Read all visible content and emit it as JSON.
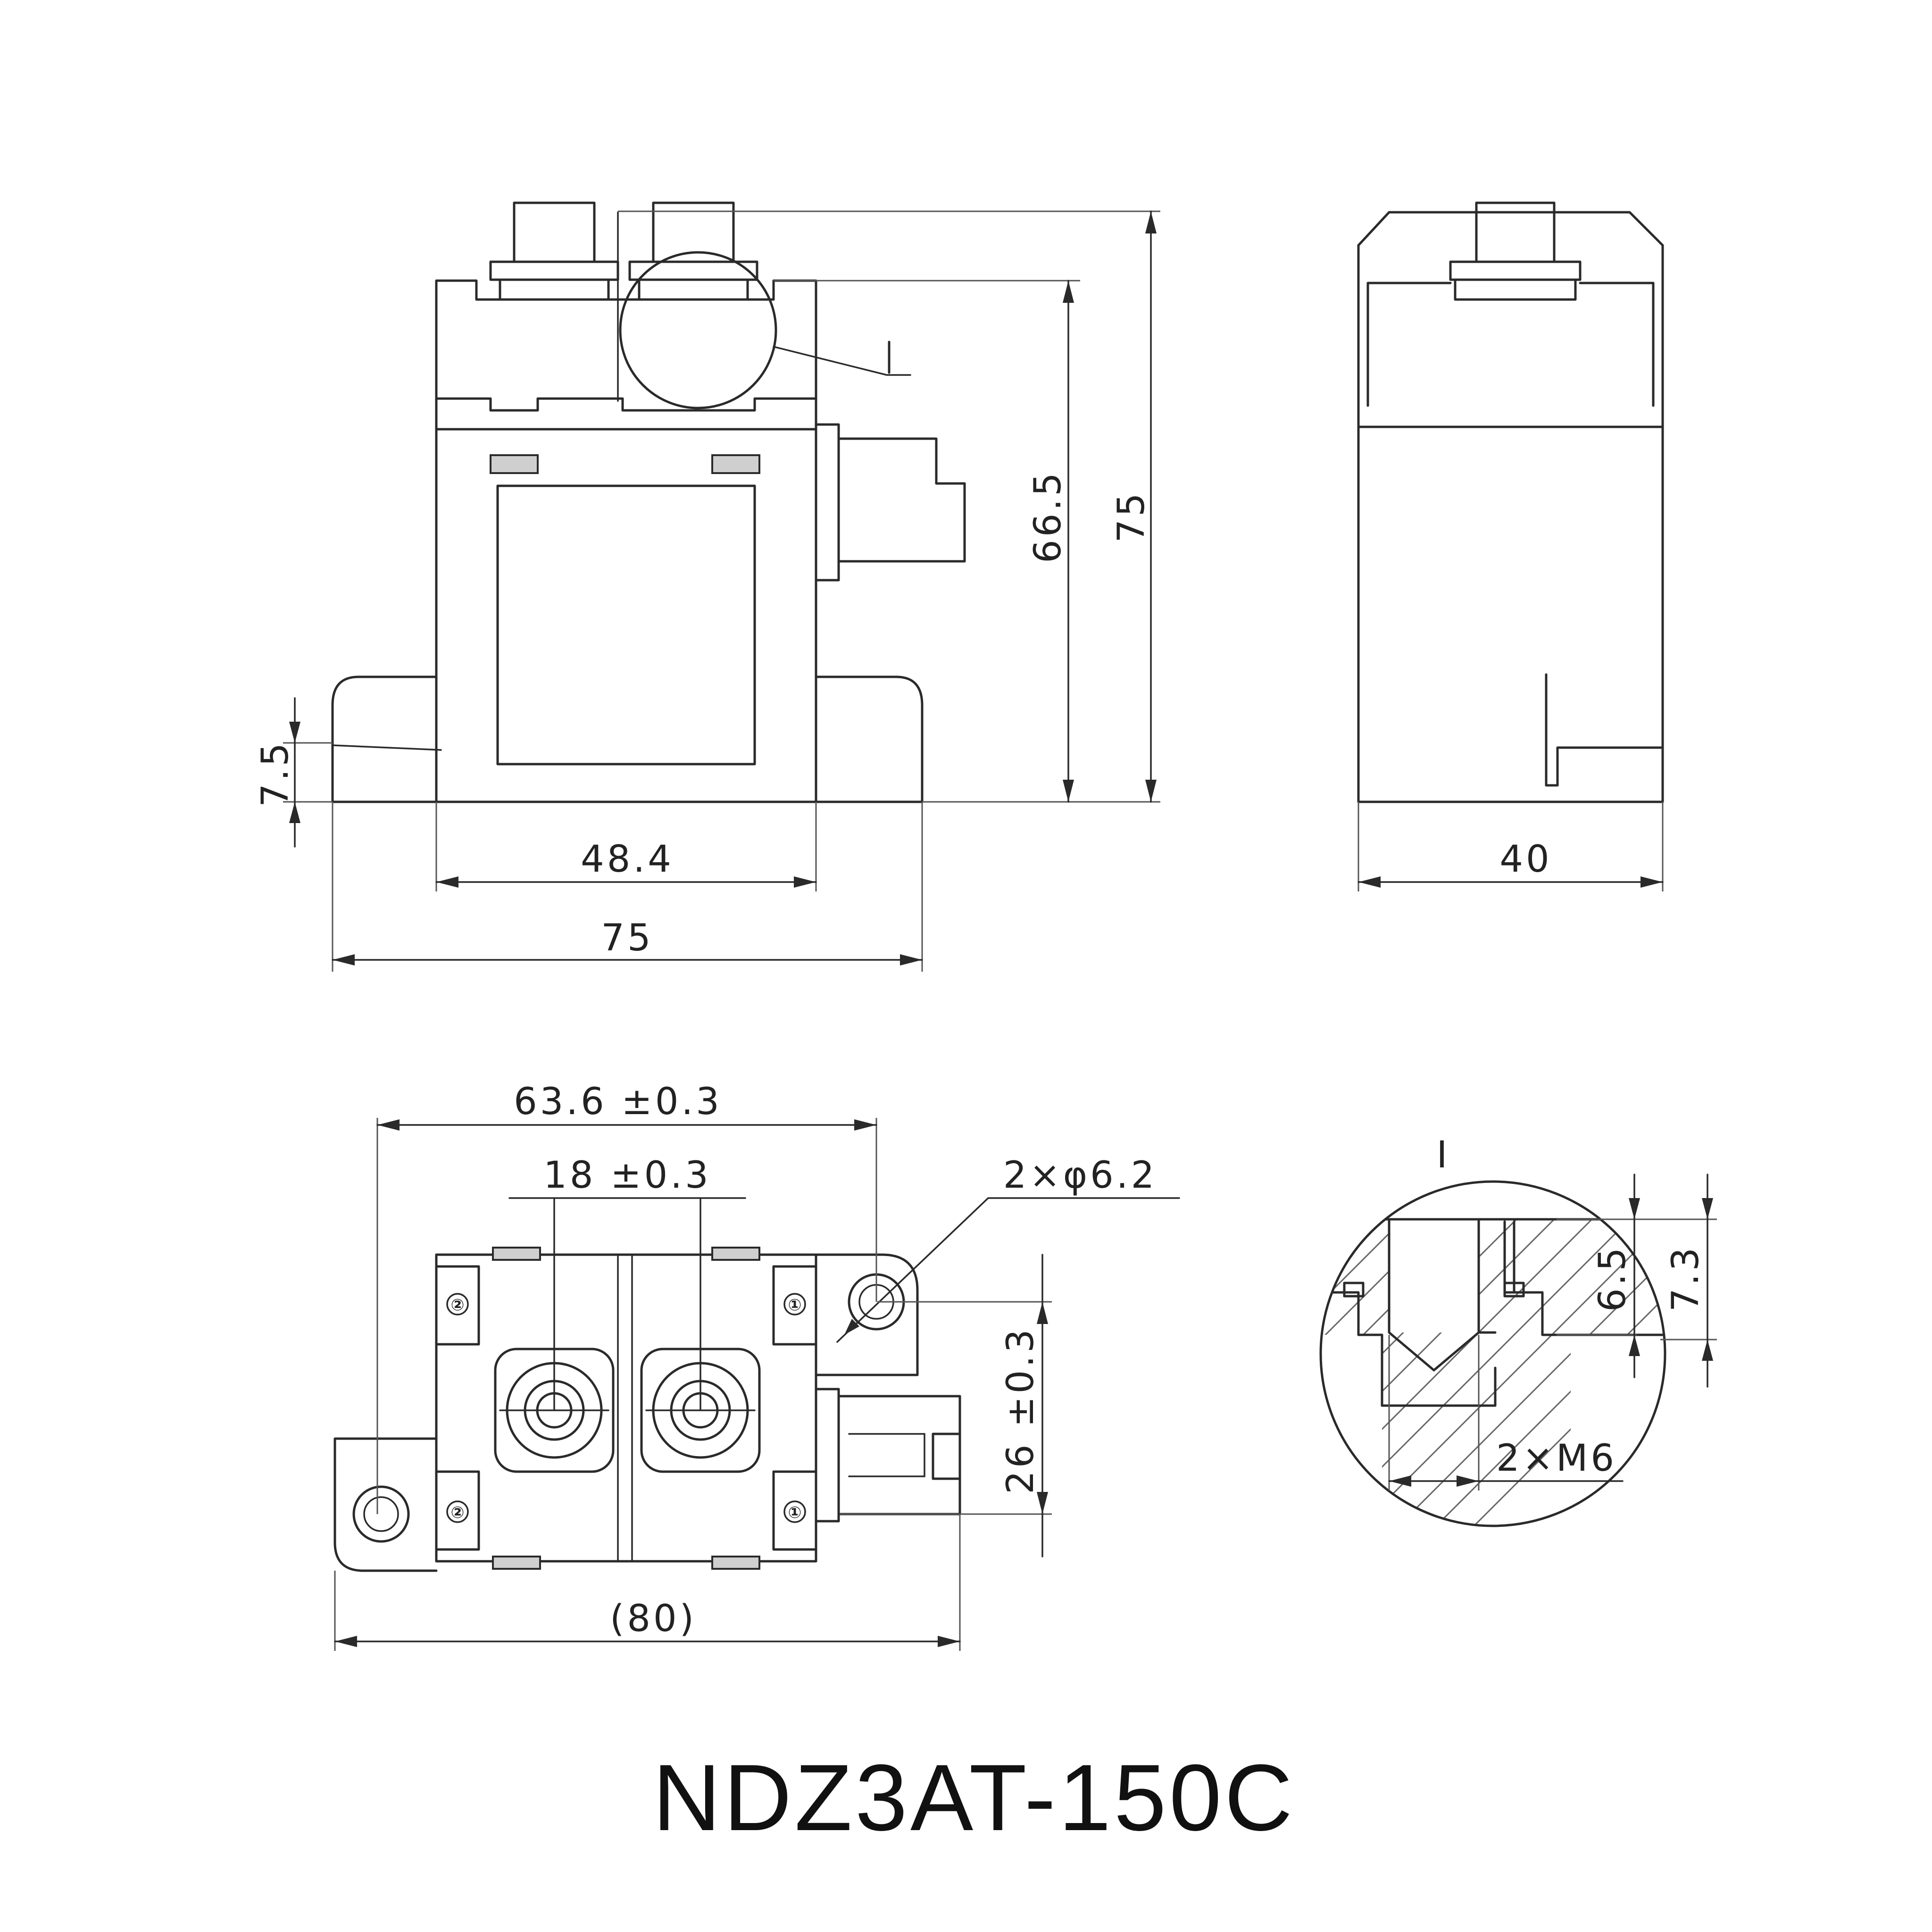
{
  "model": "NDZ3AT-150C",
  "detail_label": "I",
  "front_view": {
    "height_overall": "75",
    "height_body": "66.5",
    "flange_height": "7.5",
    "body_width": "48.4",
    "overall_width": "75"
  },
  "side_view": {
    "depth": "40"
  },
  "top_view": {
    "mount_pitch": "63.6 ±0.3",
    "terminal_pitch": "18 ±0.3",
    "hole_spec": "2×φ6.2",
    "mount_offset": "26 ±0.3",
    "overall_length": "(80)",
    "terminal_marks": [
      "①",
      "①",
      "②",
      "②"
    ]
  },
  "detail_view": {
    "depth_a": "6.5",
    "depth_b": "7.3",
    "thread": "2×M6"
  }
}
